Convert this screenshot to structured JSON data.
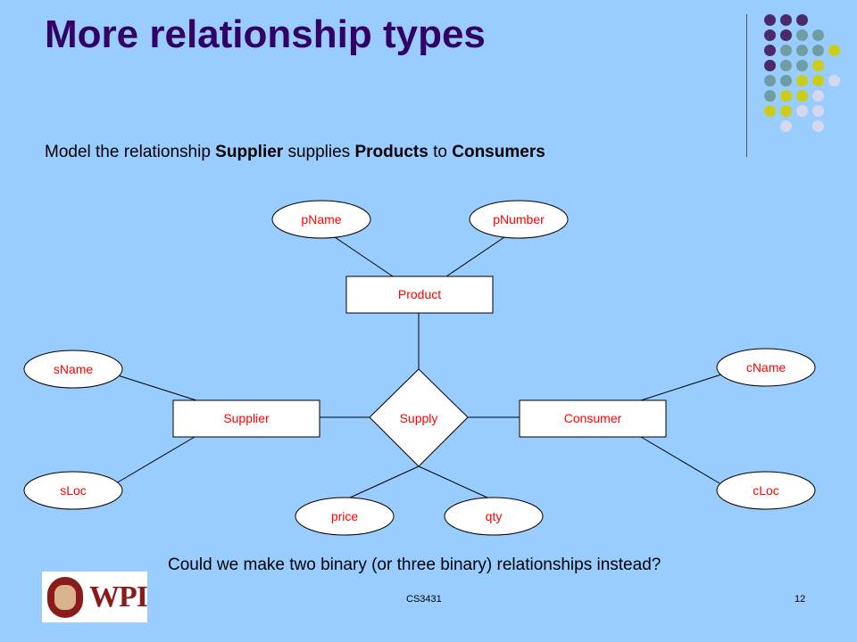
{
  "slide": {
    "title": "More relationship types",
    "subtitle": {
      "prefix": "Model the relationship",
      "supplier": "Supplier",
      "mid1": "supplies",
      "products": "Products",
      "mid2": "to",
      "consumers": "Consumers"
    },
    "question": "Could we make two binary (or three binary) relationships instead?",
    "footer": {
      "course": "CS3431",
      "page": "12"
    },
    "logo": {
      "text": "WPI"
    },
    "colors": {
      "background": "#99ccff",
      "title": "#330066",
      "label": "#ff0000",
      "dot_purple": "#4b2a6b",
      "dot_teal": "#6e9ea3",
      "dot_yellow": "#cccc1a",
      "dot_lavender": "#d8d8ec"
    }
  },
  "diagram": {
    "entities": {
      "product": "Product",
      "supplier": "Supplier",
      "consumer": "Consumer"
    },
    "relationship": "Supply",
    "attributes": {
      "pname": "pName",
      "pnumber": "pNumber",
      "sname": "sName",
      "sloc": "sLoc",
      "cname": "cName",
      "cloc": "cLoc",
      "price": "price",
      "qty": "qty"
    }
  }
}
